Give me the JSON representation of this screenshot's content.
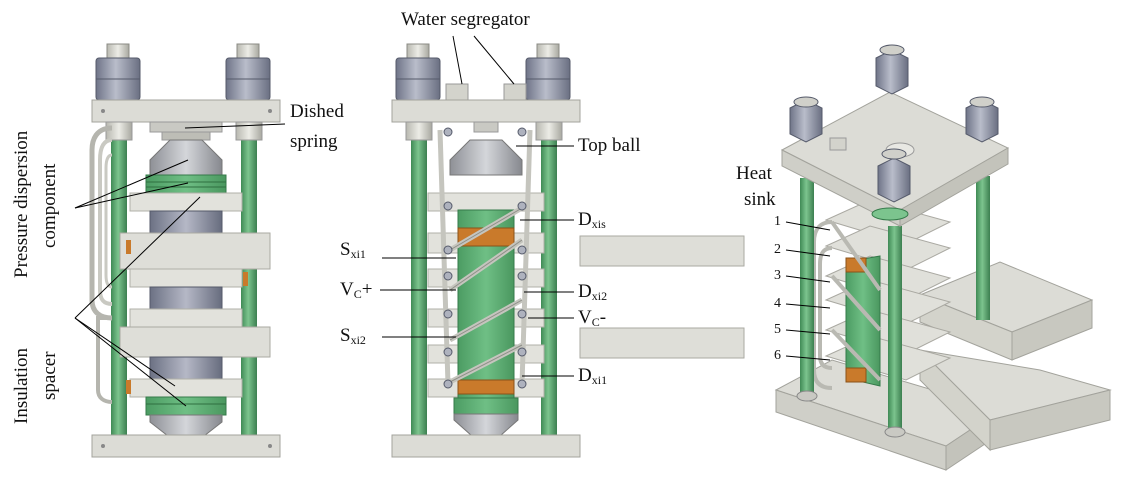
{
  "labels": {
    "water_segregator": "Water segregator",
    "dished_spring_line1": "Dished",
    "dished_spring_line2": "spring",
    "top_ball": "Top ball",
    "heat_sink_line1": "Heat",
    "heat_sink_line2": "sink",
    "pressure_dispersion": "Pressure dispersion",
    "component": "component",
    "insulation": "Insulation",
    "spacer": "spacer",
    "s_xi1_main": "S",
    "s_xi1_sub": "xi1",
    "s_xi2_main": "S",
    "s_xi2_sub": "xi2",
    "vc_plus_main": "V",
    "vc_plus_sub": "C",
    "vc_plus_sign": "+",
    "vc_minus_main": "V",
    "vc_minus_sub": "C",
    "vc_minus_sign": "-",
    "d_xis_main": "D",
    "d_xis_sub": "xis",
    "d_xi2_main": "D",
    "d_xi2_sub": "xi2",
    "d_xi1_main": "D",
    "d_xi1_sub": "xi1"
  },
  "stack_numbers": [
    "1",
    "2",
    "3",
    "4",
    "5",
    "6"
  ],
  "colors": {
    "green": "#5cae72",
    "green_dark": "#3f8a55",
    "plate": "#d9d9d3",
    "plate_edge": "#a9a9a2",
    "nut": "#8d93a6",
    "copper": "#c97a2b",
    "metal": "#c9ccd3"
  }
}
